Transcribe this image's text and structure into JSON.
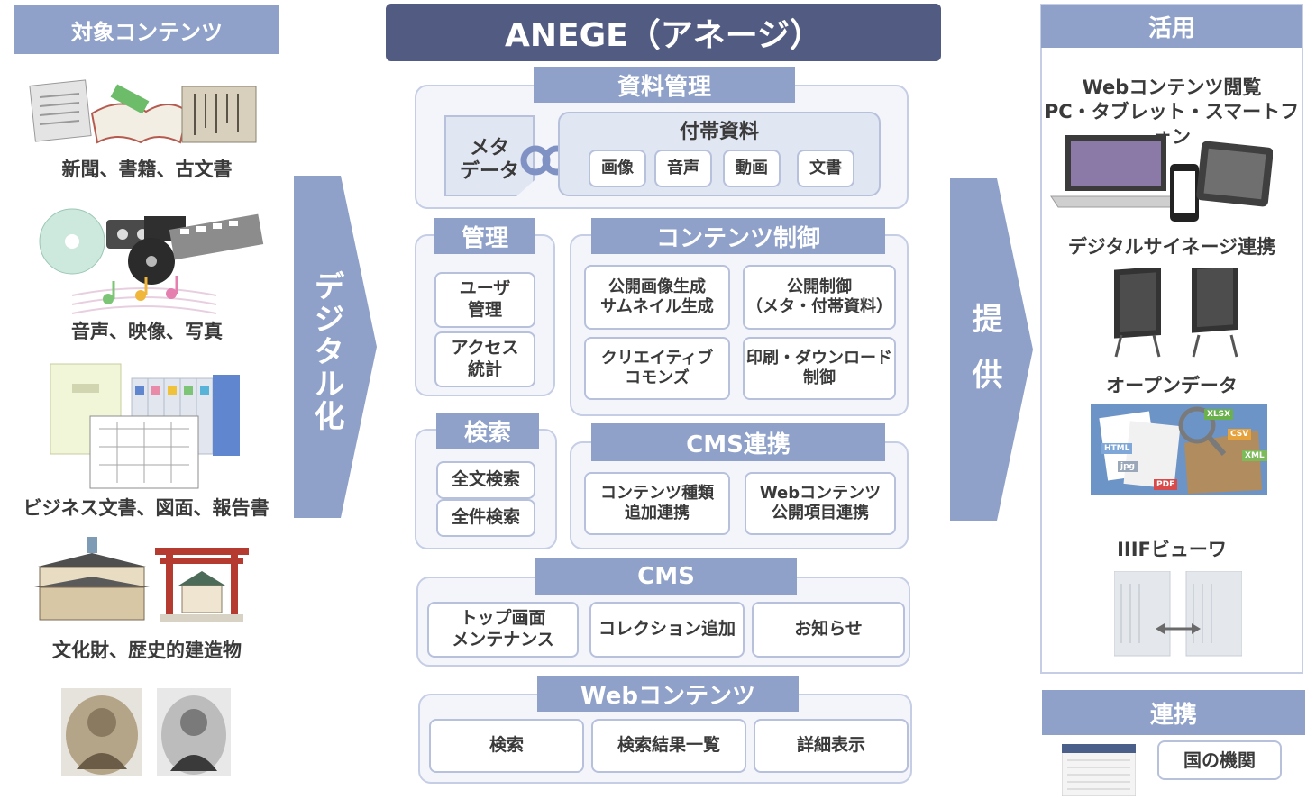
{
  "left": {
    "header": "対象コンテンツ",
    "items": [
      "新聞、書籍、古文書",
      "音声、映像、写真",
      "ビジネス文書、図面、報告書",
      "文化財、歴史的建造物"
    ]
  },
  "arrow_digitize": "デジタル化",
  "center": {
    "title": "ANEGE（アネージ）",
    "shiryou": {
      "header": "資料管理",
      "meta": "メタ\nデータ",
      "futai_header": "付帯資料",
      "futai_items": [
        "画像",
        "音声",
        "動画",
        "文書"
      ]
    },
    "kanri": {
      "header": "管理",
      "items": [
        "ユーザ\n管理",
        "アクセス\n統計"
      ]
    },
    "seigyo": {
      "header": "コンテンツ制御",
      "items": [
        "公開画像生成\nサムネイル生成",
        "公開制御\n（メタ・付帯資料）",
        "クリエイティブ\nコモンズ",
        "印刷・ダウンロード\n制御"
      ]
    },
    "kensaku": {
      "header": "検索",
      "items": [
        "全文検索",
        "全件検索"
      ]
    },
    "cms_renkei": {
      "header": "CMS連携",
      "items": [
        "コンテンツ種類\n追加連携",
        "Webコンテンツ\n公開項目連携"
      ]
    },
    "cms": {
      "header": "CMS",
      "items": [
        "トップ画面\nメンテナンス",
        "コレクション追加",
        "お知らせ"
      ]
    },
    "web": {
      "header": "Webコンテンツ",
      "items": [
        "検索",
        "検索結果一覧",
        "詳細表示"
      ]
    }
  },
  "arrow_provide": "提供",
  "right": {
    "header": "活用",
    "web_title": "Webコンテンツ閲覧\nPC・タブレット・スマートフォン",
    "signage": "デジタルサイネージ連携",
    "opendata": "オープンデータ",
    "opendata_tags": [
      "XLSX",
      "CSV",
      "XML",
      "HTML",
      "jpg",
      "PDF"
    ],
    "iiif": "IIIFビューワ",
    "renkei_header": "連携",
    "kuni": "国の機関"
  },
  "colors": {
    "header_light": "#8fa1c9",
    "header_dark": "#525c82",
    "panel_bg": "#f3f5fa",
    "panel_border": "#c6cee6",
    "box_border": "#b7c1dc"
  }
}
